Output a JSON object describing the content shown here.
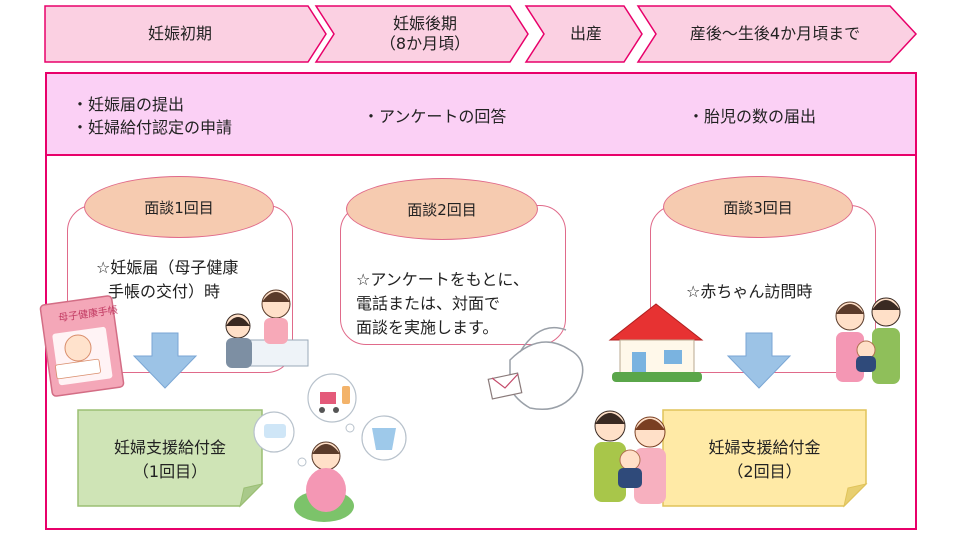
{
  "timeline": {
    "stages": [
      {
        "line1": "妊娠初期",
        "line2": ""
      },
      {
        "line1": "妊娠後期",
        "line2": "（8か月頃）"
      },
      {
        "line1": "出産",
        "line2": ""
      },
      {
        "line1": "産後～生後4か月頃まで",
        "line2": ""
      }
    ],
    "colors": {
      "fill": "#fbd0e2",
      "border": "#e8006a"
    }
  },
  "tasks": {
    "left_1": "・妊娠届の提出",
    "left_2": "・妊婦給付認定の申請",
    "middle": "・アンケートの回答",
    "right": "・胎児の数の届出"
  },
  "interviews": [
    {
      "title": "面談1回目",
      "line1": "☆妊娠届（母子健康",
      "line2": "手帳の交付）時",
      "line3": ""
    },
    {
      "title": "面談2回目",
      "line1": "☆アンケートをもとに、",
      "line2": "電話または、対面で",
      "line3": "面談を実施します。"
    },
    {
      "title": "面談3回目",
      "line1": "☆赤ちゃん訪問時",
      "line2": "",
      "line3": ""
    }
  ],
  "benefits": [
    {
      "line1": "妊婦支援給付金",
      "line2": "（1回目）",
      "color": "#cfe4b6"
    },
    {
      "line1": "妊婦支援給付金",
      "line2": "（2回目）",
      "color": "#ffeaa6"
    }
  ],
  "illustration_text": {
    "handbook": "母子健康手帳"
  },
  "colors": {
    "frame": "#e8006a",
    "band": "#fbd0f5",
    "pill": "#f6cbb0",
    "arrow": "#9cc3e6"
  },
  "icons": [
    "handbook-icon",
    "counseling-icon",
    "dove-letter-icon",
    "house-icon",
    "pregnant-woman-icon",
    "baby-goods-icon",
    "family-icon",
    "couple-with-baby-icon"
  ]
}
